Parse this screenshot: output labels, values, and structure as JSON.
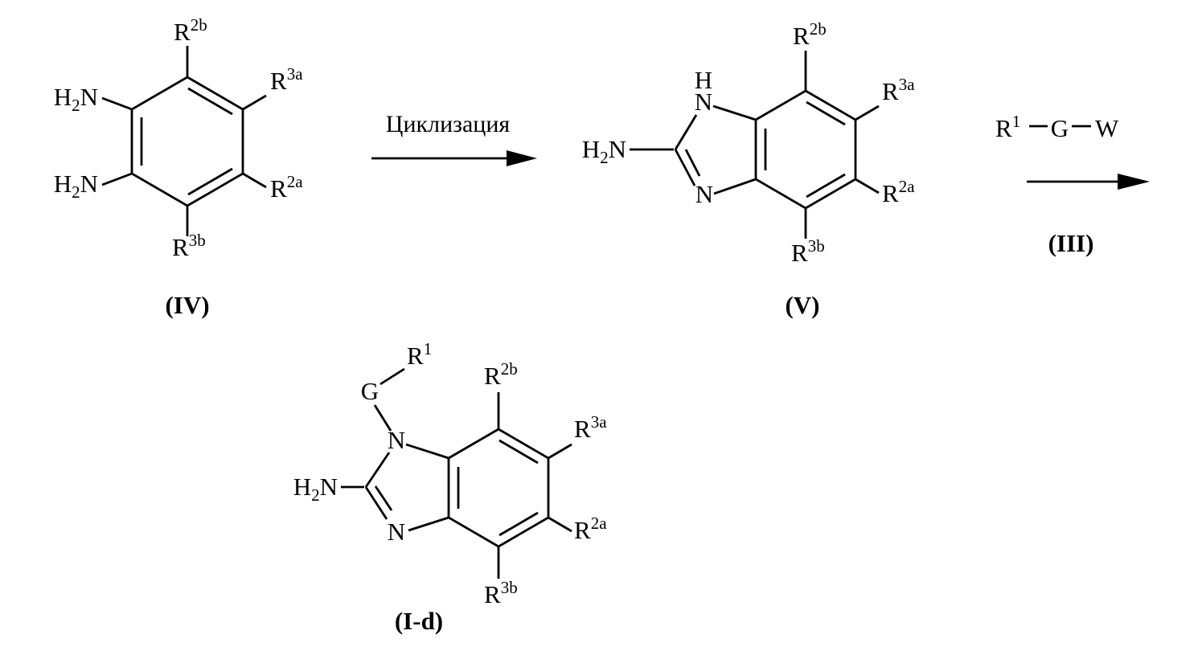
{
  "reaction": {
    "step1_label": "Циклизация"
  },
  "labels": {
    "compound_iv": "(IV)",
    "compound_v": "(V)",
    "compound_iii": "(III)",
    "compound_id": "(I-d)"
  },
  "atoms": {
    "H": "H",
    "sub_2": "2",
    "N": "N",
    "R": "R",
    "G": "G",
    "W": "W"
  },
  "substituents": {
    "sup_1": "1",
    "sup_2b": "2b",
    "sup_3a": "3a",
    "sup_2a": "2a",
    "sup_3b": "3b"
  }
}
